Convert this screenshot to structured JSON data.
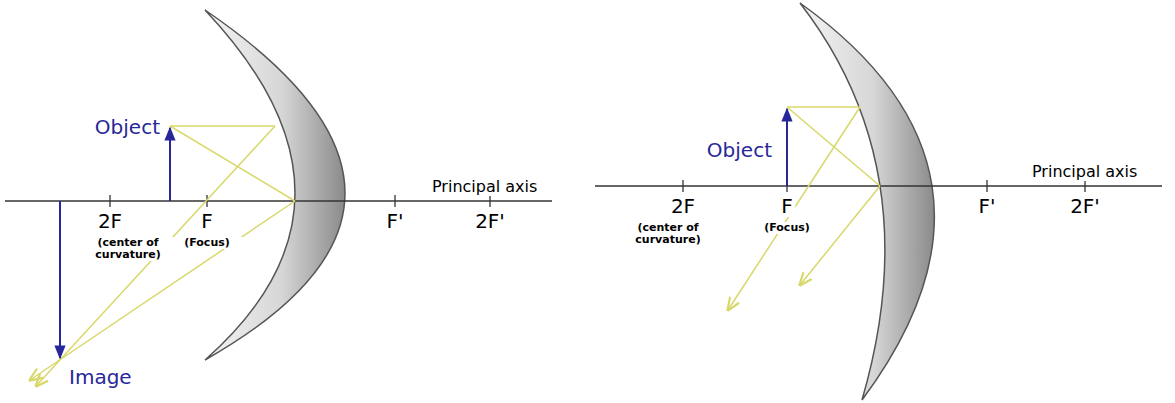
{
  "diagram": {
    "labels": [
      "Object",
      "Principal axis",
      "2F",
      "(center of curvature)",
      "F",
      "(Focus)",
      "F'",
      "2F'",
      "Image",
      "Object",
      "Principal axis",
      "2F",
      "(center of curvature)",
      "F",
      "(Focus)",
      "F'",
      "2F'"
    ]
  }
}
